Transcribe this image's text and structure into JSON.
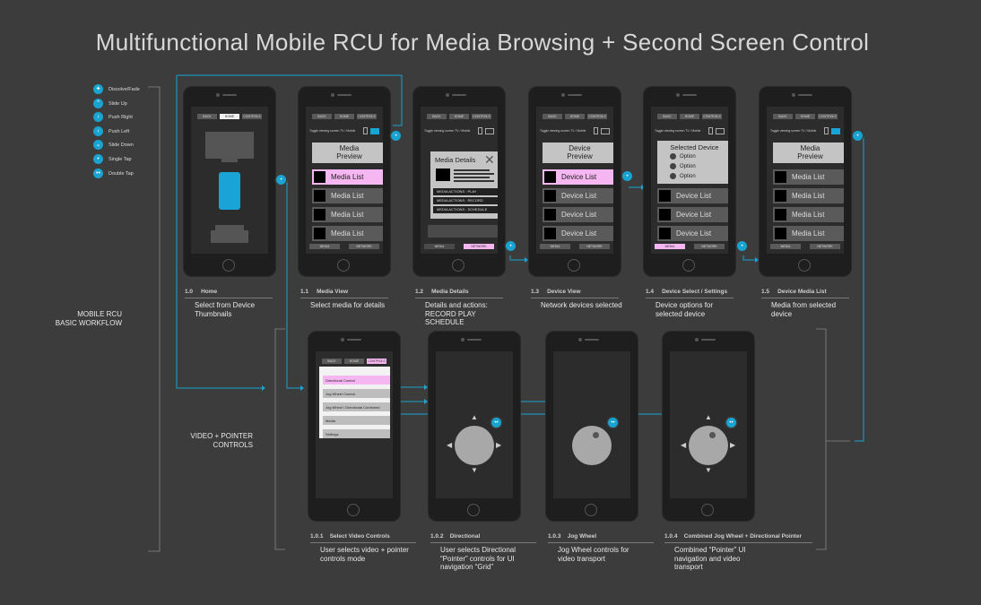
{
  "title": "Multifunctional Mobile RCU for Media Browsing + Second Screen Control",
  "legend": [
    {
      "label": "Dissolve/Fade",
      "icon": "dissolve-icon"
    },
    {
      "label": "Slide Up",
      "icon": "slide-up-icon"
    },
    {
      "label": "Push Right",
      "icon": "push-right-icon"
    },
    {
      "label": "Push Left",
      "icon": "push-left-icon"
    },
    {
      "label": "Slide Down",
      "icon": "slide-down-icon"
    },
    {
      "label": "Single Tap",
      "icon": "single-tap-icon"
    },
    {
      "label": "Double Tap",
      "icon": "double-tap-icon"
    }
  ],
  "side_labels": {
    "basic": "MOBILE RCU\nBASIC WORKFLOW",
    "video": "VIDEO + POINTER\nCONTROLS"
  },
  "nav": {
    "back": "BACK",
    "home": "HOME",
    "controls": "CONTROLS"
  },
  "bottom": {
    "media": "MEDIA",
    "network": "NETWORK"
  },
  "toggle_text": "Toggle viewing screen TV / Mobile",
  "screens_top": [
    {
      "num": "1.0",
      "name": "Home",
      "desc": "Select from Device\nThumbnails"
    },
    {
      "num": "1.1",
      "name": "Media View",
      "desc": "Select media for details"
    },
    {
      "num": "1.2",
      "name": "Media Details",
      "desc": "Details and actions:\nRECORD PLAY\nSCHEDULE"
    },
    {
      "num": "1.3",
      "name": "Device View",
      "desc": "Network devices selected"
    },
    {
      "num": "1.4",
      "name": "Device Select / Settings",
      "desc": "Device options for\nselected device"
    },
    {
      "num": "1.5",
      "name": "Device Media List",
      "desc": "Media from selected\ndevice"
    }
  ],
  "screens_bottom": [
    {
      "num": "1.0.1",
      "name": "Select Video Controls",
      "desc": "User selects video + pointer\ncontrols mode"
    },
    {
      "num": "1.0.2",
      "name": "Directional",
      "desc": "User selects Directional\n“Pointer” controls for UI\nnavigation “Grid”"
    },
    {
      "num": "1.0.3",
      "name": "Jog Wheel",
      "desc": "Jog Wheel controls for\nvideo transport"
    },
    {
      "num": "1.0.4",
      "name": "Combined Jog Wheel + Directional Pointer",
      "desc": "Combined “Pointer” UI\nnavigation and video\ntransport"
    }
  ],
  "media_view": {
    "preview": "Media\nPreview",
    "items": [
      "Media List",
      "Media List",
      "Media List",
      "Media List"
    ]
  },
  "media_details": {
    "title": "Media Details",
    "actions": [
      "MEDIA ACTIONS : PLAY",
      "MEDIA ACTIONS : RECORD",
      "MEDIA ACTIONS : SCHEDULE"
    ]
  },
  "device_view": {
    "preview": "Device\nPreview",
    "items": [
      "Device List",
      "Device List",
      "Device List",
      "Device List"
    ]
  },
  "device_select": {
    "title": "Selected Device",
    "options": [
      "Option",
      "Option",
      "Option"
    ],
    "items": [
      "Device List",
      "Device List",
      "Device List"
    ]
  },
  "device_media": {
    "preview": "Media\nPreview",
    "items": [
      "Media List",
      "Media List",
      "Media List",
      "Media List"
    ]
  },
  "video_controls_menu": [
    "Directional Control",
    "Jog Wheel Control",
    "Jog Wheel / Directional Combined",
    "Media",
    "Settings"
  ],
  "colors": {
    "accent": "#19a3d1",
    "highlight": "#f6b6f1",
    "background": "#3c3c3c"
  }
}
